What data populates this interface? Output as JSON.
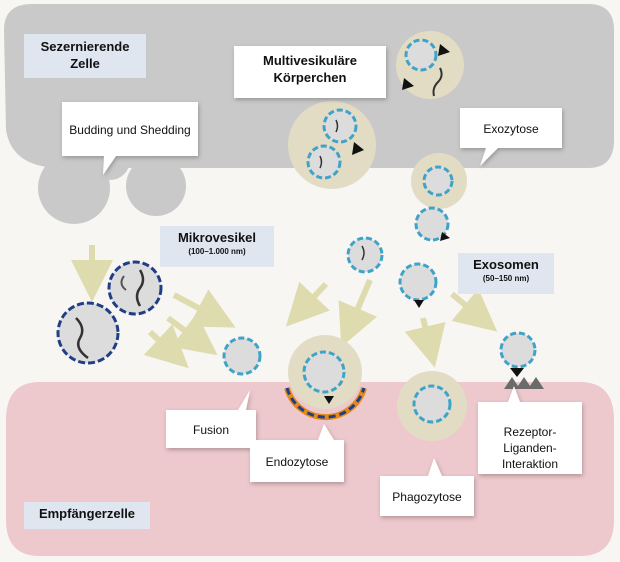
{
  "regions": {
    "secreting_cell": "Sezernierende\nZelle",
    "recipient_cell": "Empfängerzelle"
  },
  "vesicle_types": {
    "mvb": "Multivesikuläre\nKörperchen",
    "microvesicles": {
      "title": "Mikrovesikel",
      "size": "(100–1.000 nm)"
    },
    "exosomes": {
      "title": "Exosomen",
      "size": "(50–150 nm)"
    }
  },
  "processes": {
    "budding": "Budding und Shedding",
    "exocytosis": "Exozytose",
    "fusion": "Fusion",
    "endocytosis": "Endozytose",
    "phagocytosis": "Phagozytose",
    "receptor": "Rezeptor-Liganden-\nInteraktion"
  },
  "colors": {
    "secreting_cell": "#c9c9c9",
    "recipient_cell": "#edc8cd",
    "mvb": "#e2dcc4",
    "membrane": "#3fa3c8",
    "arrow": "#dedcae",
    "label_box": "#dfe6f0"
  }
}
